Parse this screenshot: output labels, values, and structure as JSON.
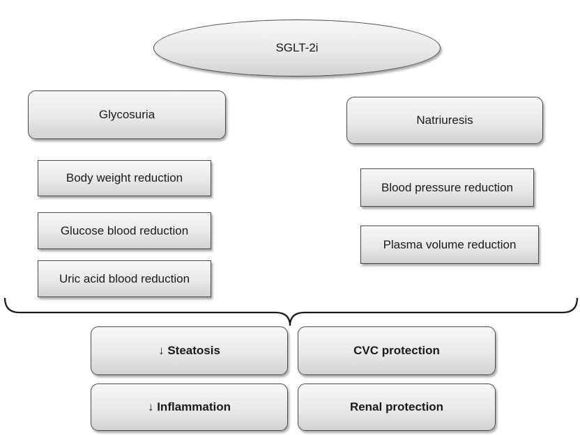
{
  "root": {
    "label": "SGLT-2i"
  },
  "branches": {
    "left": {
      "header": "Glycosuria",
      "effects": [
        "Body weight reduction",
        "Glucose blood reduction",
        "Uric acid blood reduction"
      ]
    },
    "right": {
      "header": "Natriuresis",
      "effects": [
        "Blood pressure reduction",
        "Plasma volume reduction"
      ]
    }
  },
  "outcomes": [
    "↓ Steatosis",
    "CVC protection",
    "↓ Inflammation",
    "Renal protection"
  ]
}
